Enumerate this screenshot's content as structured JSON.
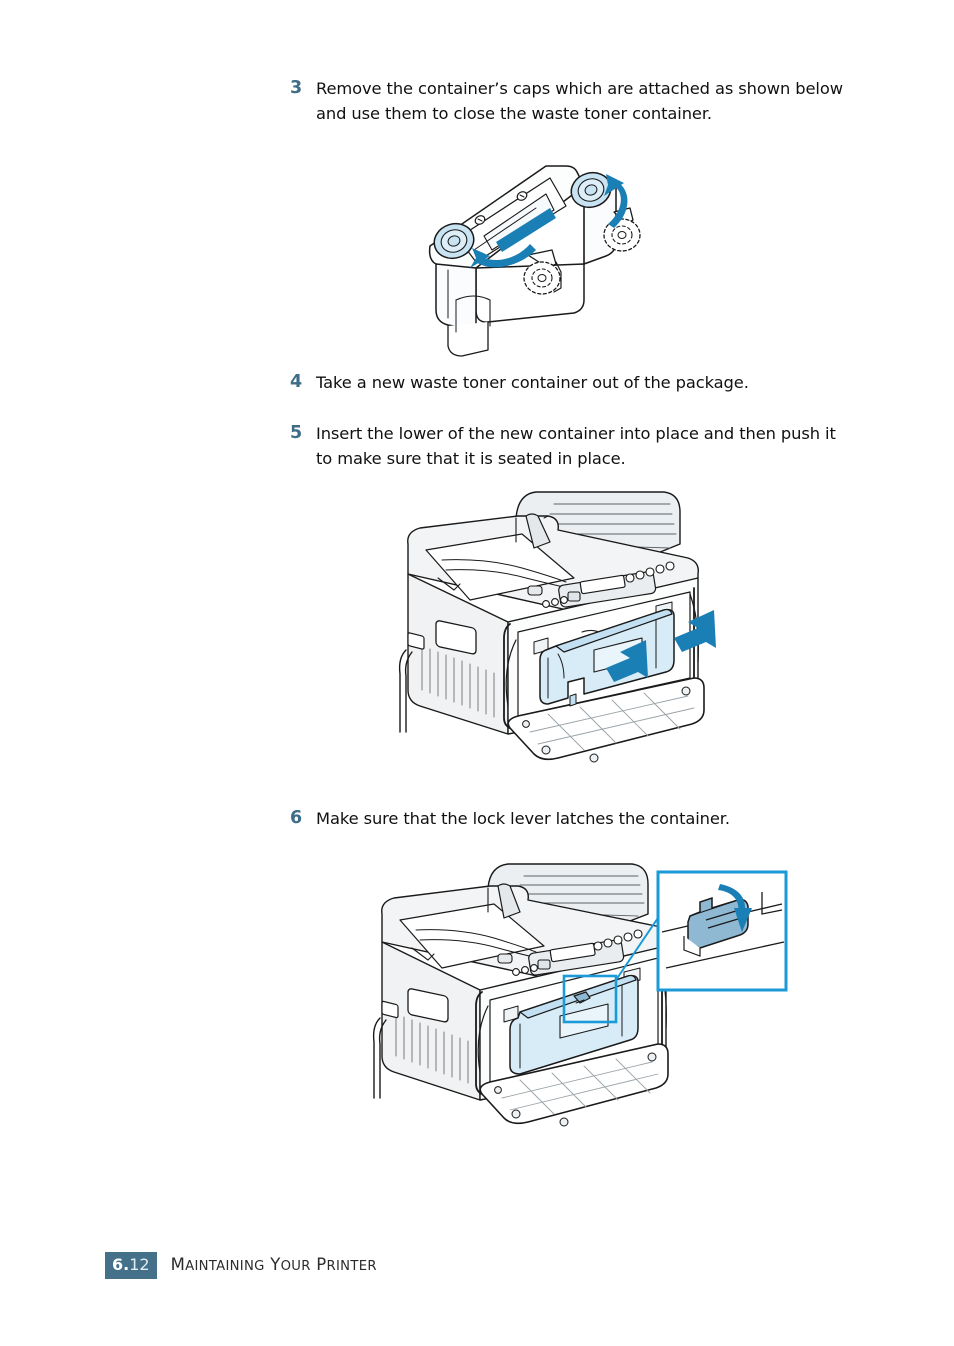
{
  "document": {
    "type": "printer-user-manual-page",
    "page_label": "6.12",
    "page_major": "6.",
    "page_minor": "12",
    "footer_title": "MAINTAINING YOUR PRINTER",
    "footer_title_words": [
      "Maintaining",
      "Your",
      "Printer"
    ]
  },
  "colors": {
    "step_number": "#3f6d88",
    "badge_background": "#45708a",
    "badge_major_text": "#ffffff",
    "badge_minor_text": "#e2ecf2",
    "arrow_blue": "#1a7fb5",
    "callout_border": "#1a9ad6",
    "part_fill_blue": "#cfe6f4",
    "lever_fill_blue": "#8fb8d3",
    "line_black": "#1a1a1a",
    "body_text": "#111111",
    "page_background": "#ffffff"
  },
  "steps": [
    {
      "number": "3",
      "text": "Remove the container’s caps which are attached as shown below and use them to close the waste toner container."
    },
    {
      "number": "4",
      "text": "Take a new waste toner container out of the package."
    },
    {
      "number": "5",
      "text": "Insert the lower of the new container into place and then push it to make sure that it is seated in place."
    },
    {
      "number": "6",
      "text": "Make sure that the lock lever latches the container."
    }
  ],
  "figures": [
    {
      "id": "waste-toner-container-caps",
      "caption_ref_step": "3",
      "description": "Isometric line drawing of the waste toner container with two circular caps and two plug caps, with curved blue arrows showing each cap being moved onto its port.",
      "elements": [
        "container-body",
        "cap-port-left",
        "cap-port-right",
        "plug-cap-left",
        "plug-cap-right",
        "arrow-curved-left",
        "arrow-curved-right"
      ]
    },
    {
      "id": "printer-insert-container",
      "caption_ref_step": "5",
      "description": "Isometric line drawing of the colour laser printer with the front cover open and the new light-blue waste toner container being pushed into place; two blue block arrows indicate the push direction.",
      "elements": [
        "printer-body",
        "output-tray",
        "control-panel",
        "front-cover-open",
        "waste-toner-container",
        "arrow-push-upper",
        "arrow-push-lower",
        "power-cord"
      ]
    },
    {
      "id": "printer-lock-lever",
      "caption_ref_step": "6",
      "description": "Isometric line drawing of the printer with the installed waste toner container; a square highlight on the lock lever is expanded by a leader line into a detail callout box showing the lever with a downward blue arrow.",
      "elements": [
        "printer-body",
        "output-tray",
        "control-panel",
        "front-cover-open",
        "waste-toner-container",
        "lock-lever-highlight",
        "callout-leader-line",
        "callout-box",
        "lock-lever-detail",
        "arrow-down"
      ]
    }
  ]
}
